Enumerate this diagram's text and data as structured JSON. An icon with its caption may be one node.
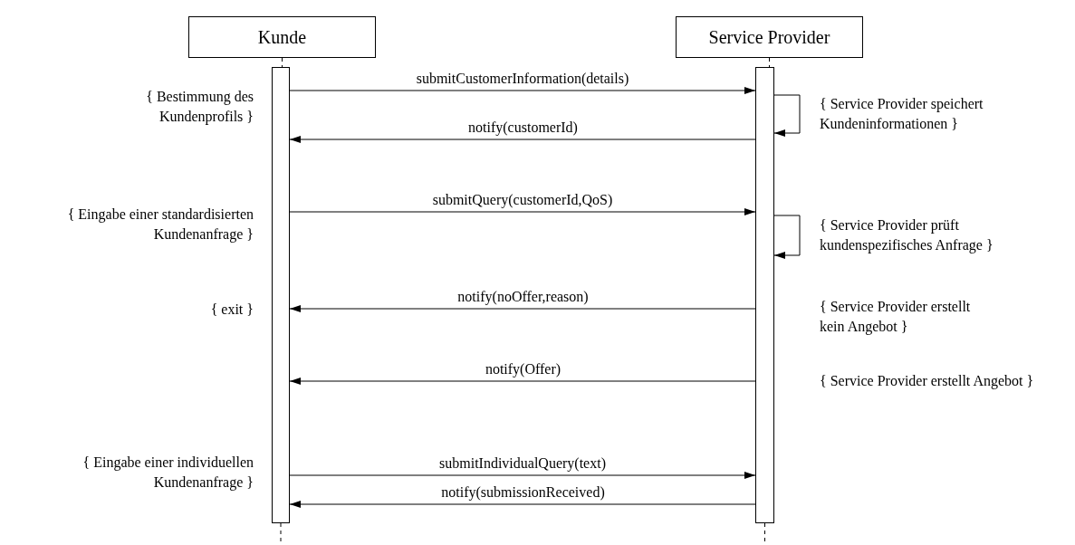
{
  "diagram": {
    "nodes": [
      {
        "text": [
          "Kunde"
        ]
      },
      {
        "text": [
          "Service Provider"
        ]
      },
      {
        "text": [],
        "shape": "bar"
      },
      {
        "text": [],
        "shape": "bar"
      }
    ],
    "edges": [
      {
        "from": 0,
        "to": 2,
        "arrow": "none",
        "style": "dashed"
      },
      {
        "from": 1,
        "to": 3,
        "arrow": "none",
        "style": "dashed"
      },
      {
        "from": 2,
        "to": 3,
        "arrow": "to",
        "label": "submitCustomerInformation(details)"
      },
      {
        "from": 3,
        "to": 3,
        "arrow": "to"
      },
      {
        "from": 3,
        "to": 2,
        "arrow": "to",
        "label": "notify(customerId)"
      },
      {
        "from": 2,
        "to": 3,
        "arrow": "to",
        "label": "submitQuery(customerId,QoS)"
      },
      {
        "from": 3,
        "to": 3,
        "arrow": "to"
      },
      {
        "from": 3,
        "to": 2,
        "arrow": "to",
        "label": "notify(noOffer,reason)"
      },
      {
        "from": 3,
        "to": 2,
        "arrow": "to",
        "label": "notify(Offer)"
      },
      {
        "from": 2,
        "to": 3,
        "arrow": "to",
        "label": "submitIndividualQuery(text)"
      },
      {
        "from": 3,
        "to": 2,
        "arrow": "to",
        "label": "notify(submissionReceived)"
      }
    ],
    "labels": [
      "{ Bestimmung des Kundenprofils }",
      "{ Service Provider speichert Kundeninformationen }",
      "{ Eingabe einer standardisierten Kundenanfrage }",
      "{ Service Provider prüft kundenspezifisches Anfrage }",
      "{ exit }",
      "{ Service Provider erstellt kein Angebot }",
      "{ Service Provider erstellt Angebot }",
      "{ Eingabe einer individuellen Kundenanfrage }"
    ]
  }
}
